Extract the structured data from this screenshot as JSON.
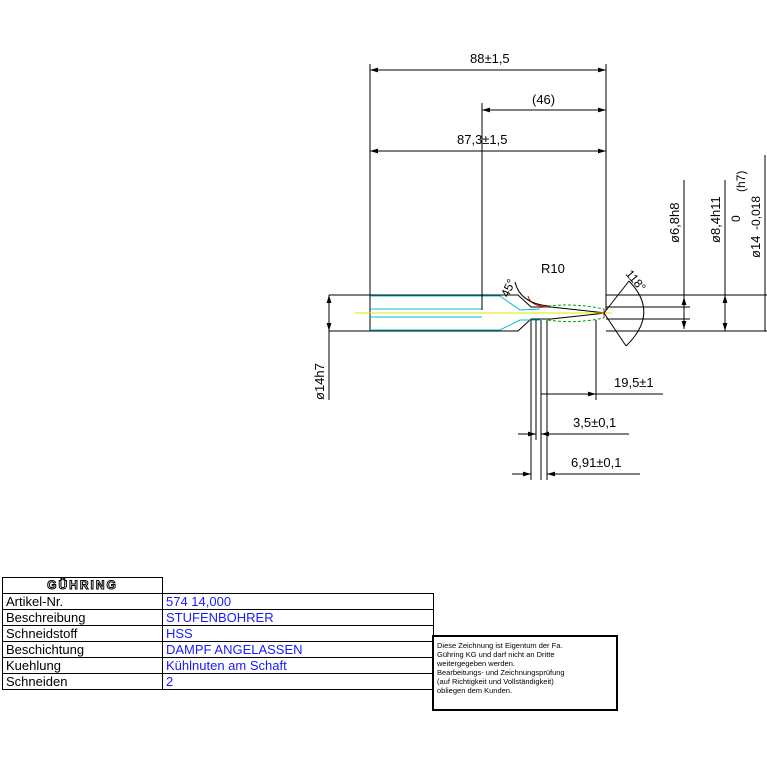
{
  "drawing": {
    "dimensions": {
      "overall_length": "88±1,5",
      "ref_length": "(46)",
      "shank_length": "87,3±1,5",
      "radius": "R10",
      "chamfer_angle": "45°",
      "point_angle": "118°",
      "dia_step1": "ø6,8h8",
      "dia_step2": "ø8,4h11",
      "dia_shank_main": "ø14",
      "dia_shank_tol_upper": "0",
      "dia_shank_tol_lower": "-0,018",
      "dia_shank_fit": "(h7)",
      "dia_shank_left": "ø14h7",
      "step_length": "19,5±1",
      "step_small": "3,5±0,1",
      "step_small2": "6,91±0,1"
    },
    "colors": {
      "outline": "#000000",
      "cyan": "#00c0d0",
      "red": "#ff0000",
      "yellow": "#e6e600",
      "green": "#00a000"
    }
  },
  "title_block": {
    "logo": "GÜHRING",
    "rows": [
      {
        "label": "Artikel-Nr.",
        "value": "574 14,000"
      },
      {
        "label": "Beschreibung",
        "value": "STUFENBOHRER"
      },
      {
        "label": "Schneidstoff",
        "value": "HSS"
      },
      {
        "label": "Beschichtung",
        "value": "DAMPF ANGELASSEN"
      },
      {
        "label": "Kuehlung",
        "value": "Kühlnuten am Schaft"
      },
      {
        "label": "Schneiden",
        "value": "2"
      }
    ]
  },
  "notice": {
    "lines": [
      "Diese Zeichnung ist Eigentum der Fa.",
      "Gühring KG und darf nicht an Dritte",
      "weitergegeben werden.",
      "Bearbeitungs- und Zeichnungsprüfung",
      "(auf Richtigkeit und Vollständigkeit)",
      "obliegen dem Kunden."
    ]
  }
}
